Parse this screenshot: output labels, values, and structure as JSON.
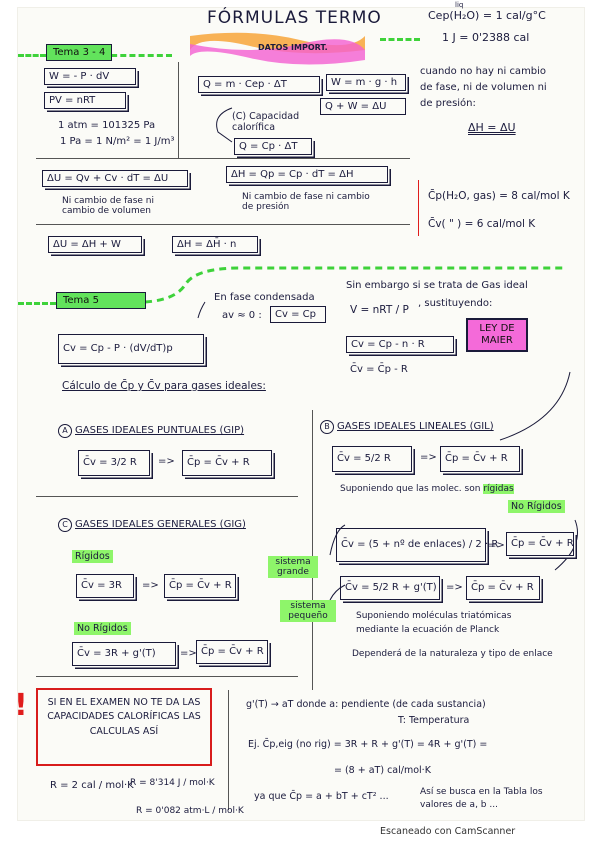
{
  "title": "FÓRMULAS TERMO",
  "banner": "DATOS IMPORT.",
  "tema3": "Tema 3 - 4",
  "tema5": "Tema 5",
  "left_top": {
    "w": "W = - P · dV",
    "pv": "PV = nRT",
    "atm": "1 atm = 101325 Pa",
    "pa": "1 Pa = 1 N/m² = 1 J/m³"
  },
  "mid_top": {
    "q": "Q = m · Cep · ΔT",
    "w": "W = m · g · h",
    "qw": "Q + W = ΔU",
    "c_label": "(C) Capacidad calorífica",
    "qc": "Q = Cp · ΔT"
  },
  "right_top": {
    "cep": "Cep(H₂O) = 1 cal/g°C",
    "cep_sup": "liq",
    "j": "1 J = 0'2388 cal",
    "note": "cuando no hay ni cambio de fase, ni de volumen ni de presión:",
    "dh": "ΔH = ΔU",
    "cp_gas": "C̄p(H₂O, gas) = 8 cal/mol K",
    "cv_gas": "C̄v(   \"   ) = 6 cal/mol K"
  },
  "du_row": {
    "du": "ΔU = Qv + Cv · dT = ΔU",
    "du_note": "Ni cambio de fase ni cambio de volumen",
    "dh": "ΔH = Qp = Cp · dT = ΔH",
    "dh_note": "Ni cambio de fase ni cambio de presión",
    "du2": "ΔU = ΔH + W",
    "dh2": "ΔH = ΔH̄ · n"
  },
  "tema5_block": {
    "fase_note": "En fase condensada",
    "avs": "av ≈ 0 :",
    "cv_eq_cp": "Cv = Cp",
    "cv_formula": "Cv = Cp - P · (dV/dT)p",
    "ideal_note": "Sin embargo si se trata de Gas ideal",
    "v_nrt": "V = nRT / P",
    "sust": ", sustituyendo:",
    "cv_cpnr": "Cv = Cp - n · R",
    "cv_cpr": "C̄v = C̄p - R",
    "maier": "LEY DE MAIER",
    "calc_title": "Cálculo de C̄p y C̄v para gases ideales:"
  },
  "gip": {
    "title": "GASES IDEALES PUNTUALES (GIP)",
    "cv": "C̄v = 3/2 R",
    "cp": "C̄p = C̄v + R"
  },
  "gil": {
    "title": "GASES IDEALES LINEALES (GIL)",
    "cv": "C̄v = 5/2 R",
    "cp": "C̄p = C̄v + R",
    "note_pre": "Suponiendo que las molec. son",
    "rigidas": "rígidas",
    "no_rigidos": "No Rígidos",
    "sist_grande": "sistema grande",
    "sist_peq": "sistema pequeño",
    "cv_enlaces": "C̄v = (5 + nº de enlaces) / 2 · R",
    "cp3": "C̄p = C̄v + R",
    "cv_g": "C̄v = 5/2 R + g'(T)",
    "cp4": "C̄p = C̄v + R",
    "planck": "Suponiendo moléculas triatómicas mediante la ecuación de Planck",
    "depende": "Dependerá de la naturaleza y tipo de enlace"
  },
  "gig": {
    "title": "GASES IDEALES GENERALES (GIG)",
    "rigidos": "Rígidos",
    "cv": "C̄v = 3R",
    "cp": "C̄p = C̄v + R",
    "no_rigidos": "No Rígidos",
    "cv2": "C̄v = 3R + g'(T)",
    "cp2": "C̄p = C̄v + R"
  },
  "bottom": {
    "exam_note": "SI EN EL EXAMEN NO TE DA LAS CAPACIDADES CALORÍFICAS LAS CALCULAS ASÍ",
    "r1": "R = 2 cal / mol·K",
    "r2": "R = 8'314 J / mol·K",
    "r3": "R = 0'082 atm·L / mol·K",
    "gt": "g'(T) → aT donde a: pendiente (de cada sustancia)",
    "t": "T: Temperatura",
    "ej": "Ej. C̄p,eig (no rig) = 3R + R + g'(T) = 4R + g'(T) =",
    "ej2": "= (8 + aT) cal/mol·K",
    "cp_poly": "ya que C̄p = a + bT + cT² ...",
    "tabla": "Así se busca en la Tabla los valores de a, b ..."
  },
  "footer": "Escaneado con CamScanner"
}
